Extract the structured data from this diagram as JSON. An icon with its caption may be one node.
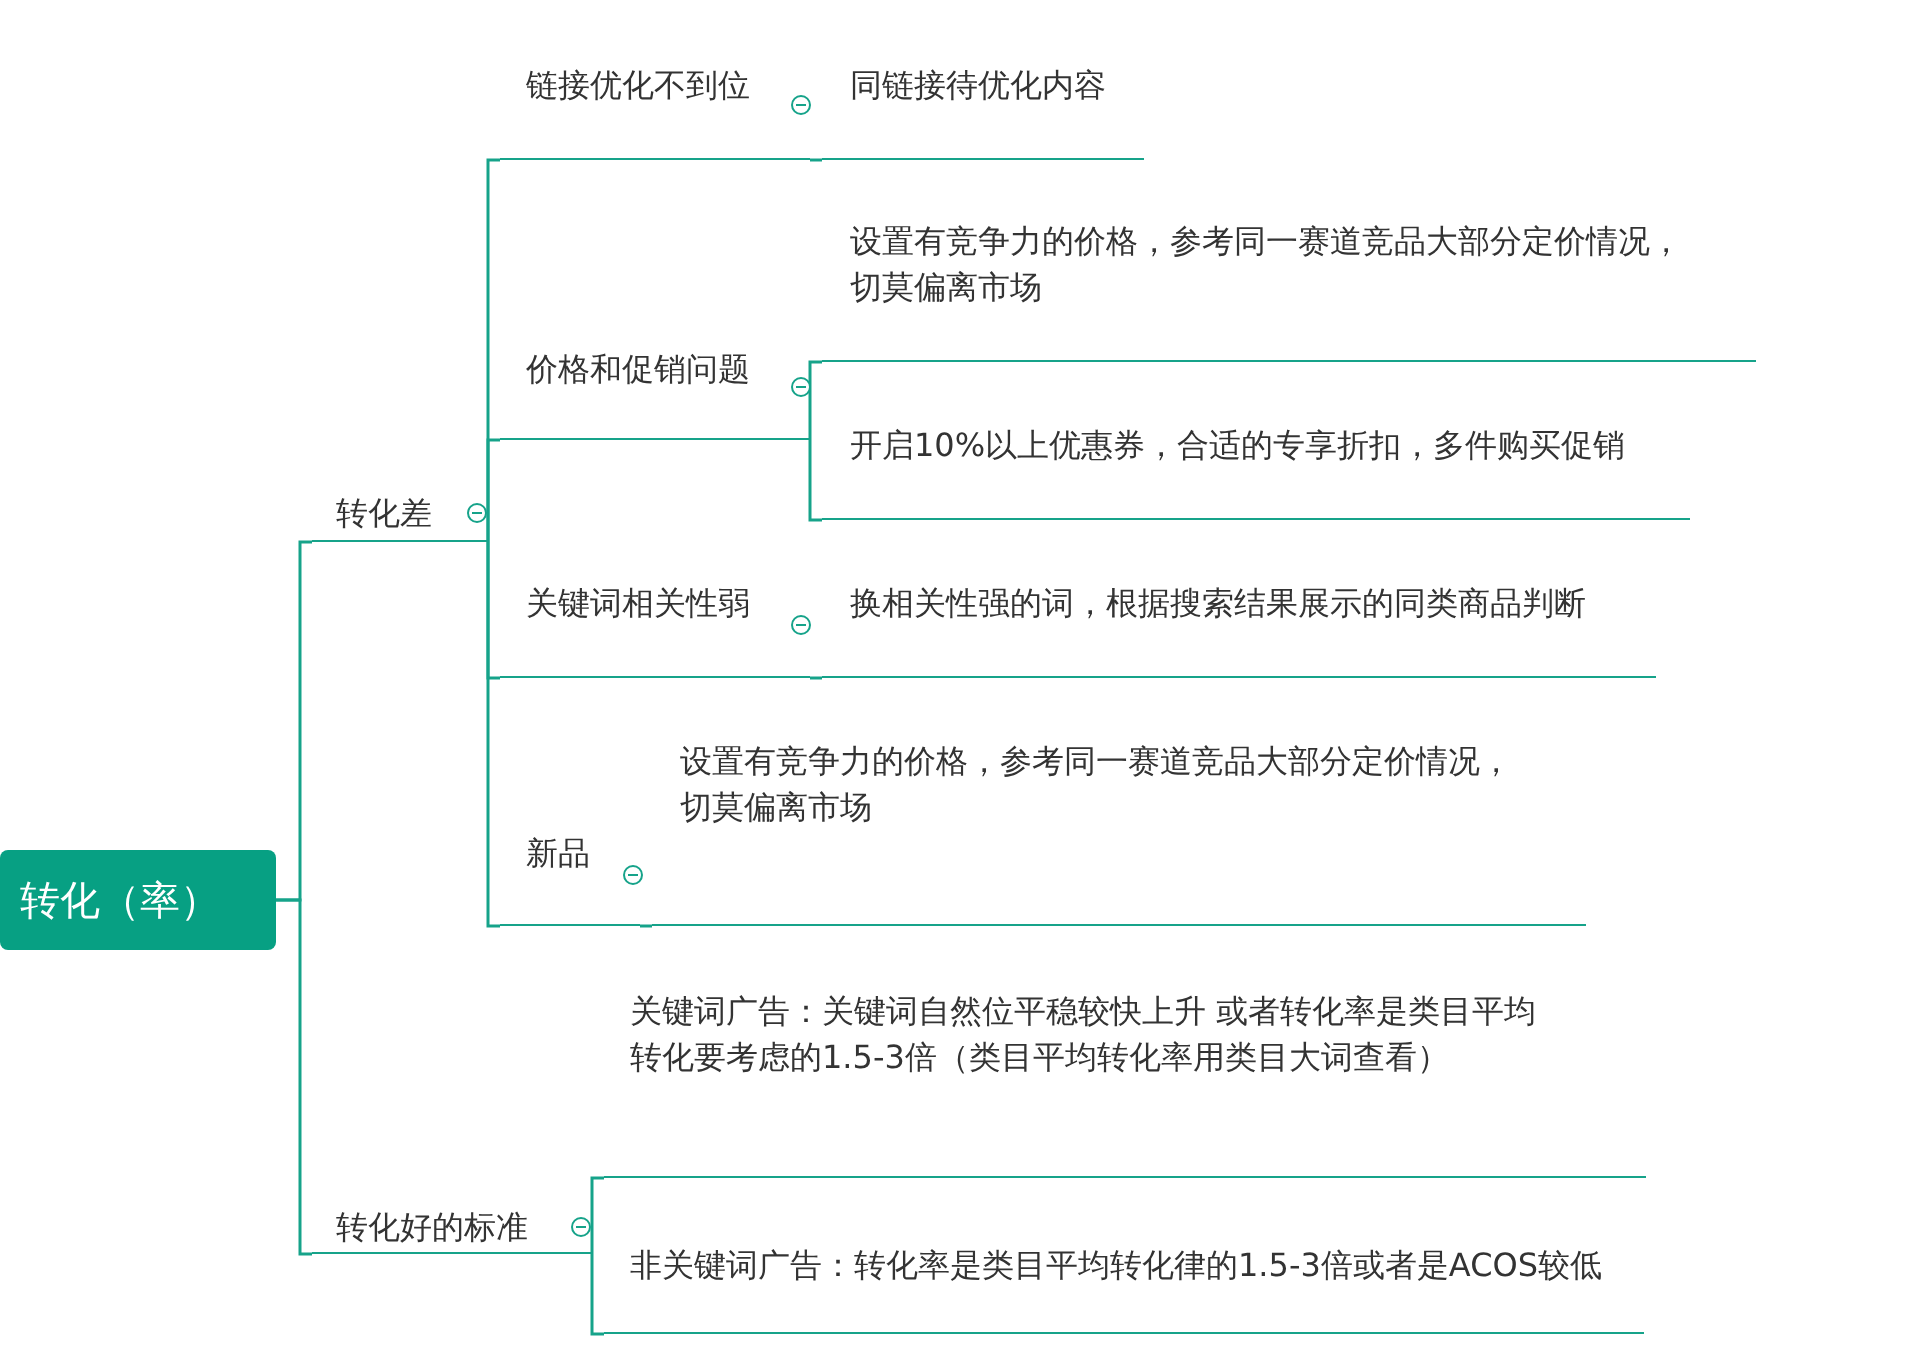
{
  "diagram": {
    "nodes": [
      {
        "text": [
          "转化（率）"
        ]
      },
      {
        "text": [
          "转化差"
        ]
      },
      {
        "text": [
          "链接优化不到位"
        ]
      },
      {
        "text": [
          "同链接待优化内容"
        ]
      },
      {
        "text": [
          "价格和促销问题"
        ]
      },
      {
        "text": [
          "设置有竞争力的价格，参考同一赛道竞品大部分定价情况，切莫偏离市场"
        ]
      },
      {
        "text": [
          "开启10%以上优惠券，合适的专享折扣，多件购买促销"
        ]
      },
      {
        "text": [
          "关键词相关性弱"
        ]
      },
      {
        "text": [
          "换相关性强的词，根据搜索结果展示的同类商品判断"
        ]
      },
      {
        "text": [
          "新品"
        ]
      },
      {
        "text": [
          "设置有竞争力的价格，参考同一赛道竞品大部分定价情况，切莫偏离市场"
        ]
      },
      {
        "text": [
          "转化好的标准"
        ]
      },
      {
        "text": [
          "关键词广告：关键词自然位平稳较快上升 或者转化率是类目平均转化要考虑的1.5-3倍（类目平均转化率用类目大词查看）"
        ]
      },
      {
        "text": [
          "非关键词广告：转化率是类目平均转化律的1.5-3倍或者是ACOS较低"
        ]
      }
    ],
    "edges": [
      {
        "from": 0,
        "to": 1,
        "arrow": "none"
      },
      {
        "from": 0,
        "to": 11,
        "arrow": "none"
      },
      {
        "from": 1,
        "to": 2,
        "arrow": "none"
      },
      {
        "from": 1,
        "to": 4,
        "arrow": "none"
      },
      {
        "from": 1,
        "to": 7,
        "arrow": "none"
      },
      {
        "from": 1,
        "to": 9,
        "arrow": "none"
      },
      {
        "from": 2,
        "to": 3,
        "arrow": "none"
      },
      {
        "from": 4,
        "to": 5,
        "arrow": "none"
      },
      {
        "from": 4,
        "to": 6,
        "arrow": "none"
      },
      {
        "from": 7,
        "to": 8,
        "arrow": "none"
      },
      {
        "from": 9,
        "to": 10,
        "arrow": "none"
      },
      {
        "from": 11,
        "to": 12,
        "arrow": "none"
      },
      {
        "from": 11,
        "to": 13,
        "arrow": "none"
      }
    ]
  }
}
